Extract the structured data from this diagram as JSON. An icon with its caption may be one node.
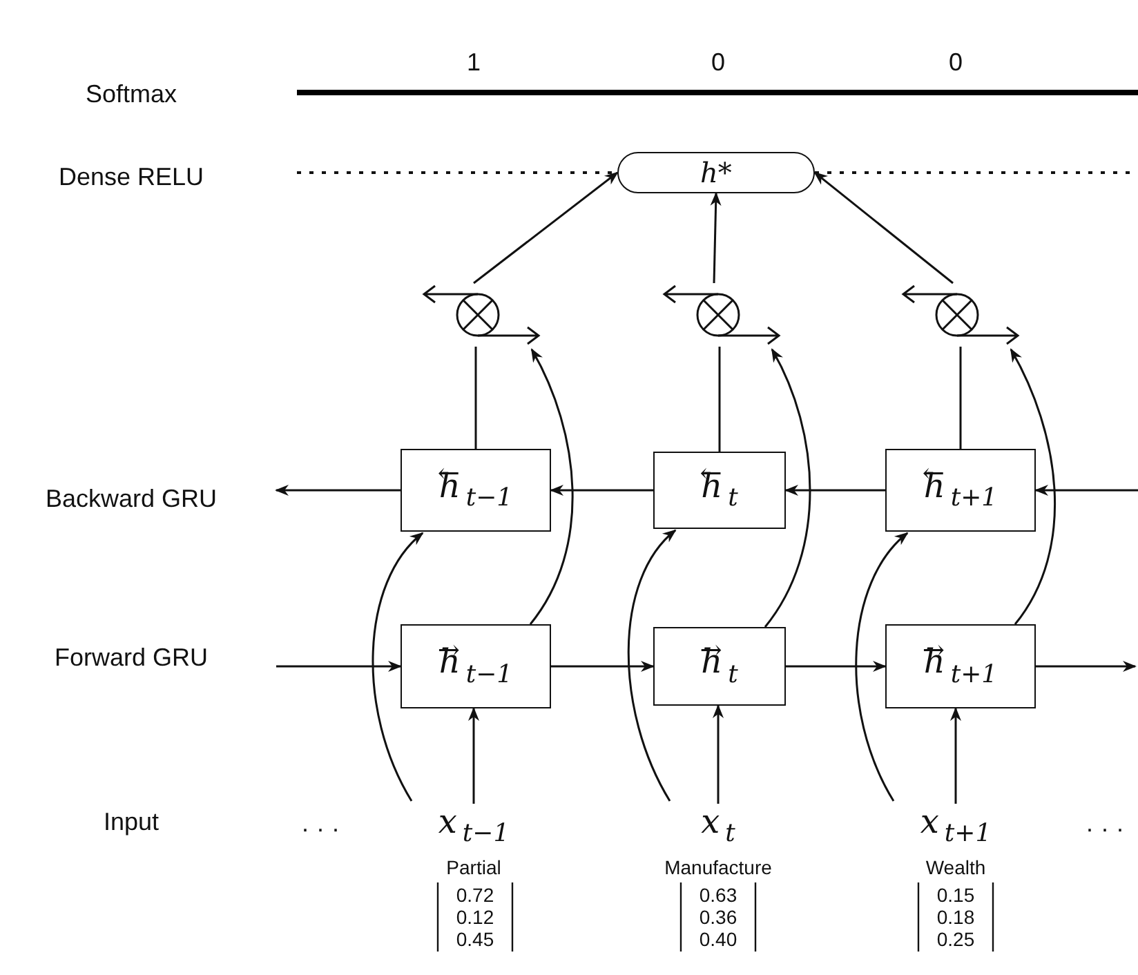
{
  "diagram": {
    "nodes": [
      {
        "text": [
          "h*"
        ]
      },
      {
        "text": [],
        "shape": "circle"
      },
      {
        "text": [],
        "shape": "circle"
      },
      {
        "text": [],
        "shape": "circle"
      },
      {
        "text": [
          "←h$_{t−1}$"
        ]
      },
      {
        "text": [
          "←h$_{t}$"
        ]
      },
      {
        "text": [
          "←h$_{t+1}$"
        ]
      },
      {
        "text": [
          "→h$_{t−1}$"
        ]
      },
      {
        "text": [
          "→h$_{t}$"
        ]
      },
      {
        "text": [
          "→h$_{t+1}$"
        ]
      },
      {
        "text": [
          "x$_{t−1}$"
        ]
      },
      {
        "text": [
          "x$_{t}$"
        ]
      },
      {
        "text": [
          "x$_{t+1}$"
        ]
      }
    ],
    "edges": [
      {
        "from": 1,
        "to": 0,
        "arrow": "to"
      },
      {
        "from": 2,
        "to": 0,
        "arrow": "to"
      },
      {
        "from": 3,
        "to": 0,
        "arrow": "to"
      },
      {
        "from": 4,
        "to": 1,
        "arrow": "none"
      },
      {
        "from": 5,
        "to": 2,
        "arrow": "none"
      },
      {
        "from": 6,
        "to": 3,
        "arrow": "none"
      },
      {
        "from": 7,
        "to": 1,
        "arrow": "to"
      },
      {
        "from": 8,
        "to": 2,
        "arrow": "to"
      },
      {
        "from": 9,
        "to": 3,
        "arrow": "to"
      },
      {
        "from": null,
        "to": 6,
        "arrow": "to"
      },
      {
        "from": 6,
        "to": 5,
        "arrow": "to"
      },
      {
        "from": 5,
        "to": 4,
        "arrow": "to"
      },
      {
        "from": 4,
        "to": null,
        "arrow": "to"
      },
      {
        "from": null,
        "to": 7,
        "arrow": "to"
      },
      {
        "from": 7,
        "to": 8,
        "arrow": "to"
      },
      {
        "from": 8,
        "to": 9,
        "arrow": "to"
      },
      {
        "from": 9,
        "to": null,
        "arrow": "to"
      },
      {
        "from": 10,
        "to": 7,
        "arrow": "to"
      },
      {
        "from": 11,
        "to": 8,
        "arrow": "to"
      },
      {
        "from": 12,
        "to": 9,
        "arrow": "to"
      },
      {
        "from": 10,
        "to": 4,
        "arrow": "to"
      },
      {
        "from": 11,
        "to": 5,
        "arrow": "to"
      },
      {
        "from": 12,
        "to": 6,
        "arrow": "to"
      }
    ],
    "labels": [
      "1",
      "0",
      "0",
      "Softmax",
      "Dense RELU",
      "Backward GRU",
      "Forward GRU",
      "Input",
      "· · ·",
      "· · ·",
      "Partial",
      "Manufacture",
      "Wealth",
      "0.72",
      "0.63",
      "0.15",
      "0.12",
      "0.36",
      "0.18",
      "0.45",
      "0.40",
      "0.25"
    ]
  }
}
